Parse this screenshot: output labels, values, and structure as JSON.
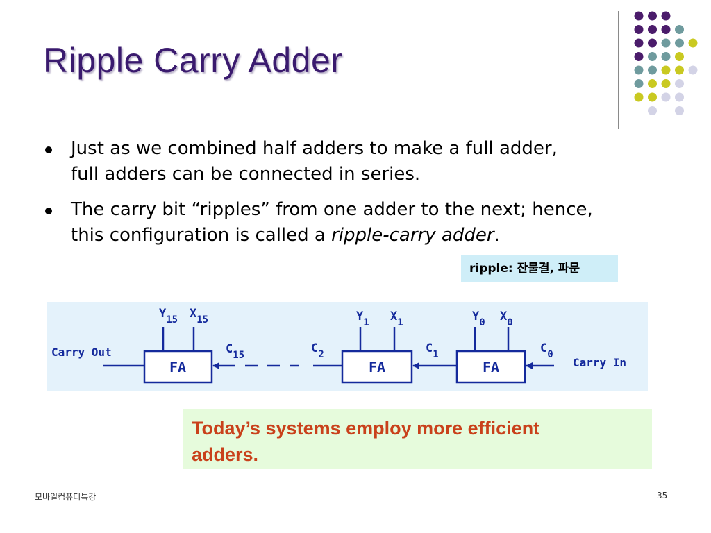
{
  "slide": {
    "title": "Ripple Carry Adder",
    "bullets": [
      {
        "line1": "Just as we combined half adders to make a full adder,",
        "line2": "full adders can be connected in series."
      },
      {
        "line1": "The carry bit “ripples” from one adder to the next; hence,",
        "line2_prefix": "this configuration is called a ",
        "line2_italic": "ripple-carry adder",
        "line2_suffix": "."
      }
    ],
    "note": "ripple: 잔물결, 파문",
    "callout": {
      "line1": "Today’s systems employ more efficient",
      "line2": "adders."
    },
    "footer_left": "모바일컴퓨터특강",
    "page_number": "35"
  },
  "diagram": {
    "carry_out_label": "Carry Out",
    "carry_in_label": "Carry In",
    "blocks": [
      {
        "label": "FA",
        "y": "Y",
        "y_sub": "15",
        "x": "X",
        "x_sub": "15",
        "c": "C",
        "c_sub": "15"
      },
      {
        "label": "FA",
        "y": "Y",
        "y_sub": "1",
        "x": "X",
        "x_sub": "1",
        "c": "C",
        "c_sub": "1"
      },
      {
        "label": "FA",
        "y": "Y",
        "y_sub": "0",
        "x": "X",
        "x_sub": "0",
        "c": "C",
        "c_sub": "0"
      }
    ],
    "c2_label": "C",
    "c2_sub": "2"
  },
  "decor": {
    "dot_colors": {
      "purple": "#4b1c6b",
      "teal": "#6f9b9e",
      "yellow": "#c9c921",
      "lavender": "#d3d3e6"
    },
    "dot_grid": [
      [
        "purple",
        "purple",
        "purple",
        null,
        null
      ],
      [
        "purple",
        "purple",
        "purple",
        "teal",
        null
      ],
      [
        "purple",
        "purple",
        "teal",
        "teal",
        "yellow"
      ],
      [
        "purple",
        "teal",
        "teal",
        "yellow",
        null
      ],
      [
        "teal",
        "teal",
        "yellow",
        "yellow",
        "lavender"
      ],
      [
        "teal",
        "yellow",
        "yellow",
        "lavender",
        null
      ],
      [
        "yellow",
        "yellow",
        "lavender",
        "lavender",
        null
      ],
      [
        null,
        "lavender",
        null,
        "lavender",
        null
      ]
    ]
  }
}
